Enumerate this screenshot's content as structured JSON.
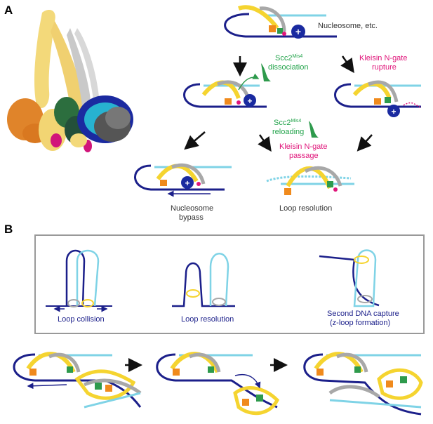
{
  "panel_a": {
    "letter": "A",
    "labels": {
      "nucleosome_etc": "Nucleosome, etc.",
      "scc2_dissociation_line1": "Scc2",
      "scc2_dissociation_sup": "Mis4",
      "scc2_dissociation_line2": "dissociation",
      "kleisin_rupture_line1": "Kleisin N-gate",
      "kleisin_rupture_line2": "rupture",
      "scc2_reloading_line1": "Scc2",
      "scc2_reloading_sup": "Mis4",
      "scc2_reloading_line2": "reloading",
      "kleisin_passage_line1": "Kleisin N-gate",
      "kleisin_passage_line2": "passage",
      "nucleosome_bypass_line1": "Nucleosome",
      "nucleosome_bypass_line2": "bypass",
      "loop_resolution": "Loop resolution"
    }
  },
  "panel_b": {
    "letter": "B",
    "labels": {
      "loop_collision": "Loop collision",
      "loop_resolution": "Loop resolution",
      "second_capture_line1": "Second DNA capture",
      "second_capture_line2": "(z-loop formation)"
    }
  },
  "colors": {
    "dark_dna": "#1b1f8a",
    "light_dna": "#7fd3e6",
    "smc_yellow": "#f5d430",
    "smc_gray": "#a8a8a8",
    "head_orange": "#f08a1c",
    "scc2_green": "#2e9a4c",
    "kleisin_magenta": "#e0157a",
    "nucleosome_blue": "#1a2aa0",
    "label_green": "#22a34a",
    "label_magenta": "#e0157a",
    "label_navy": "#1b1f8a"
  }
}
